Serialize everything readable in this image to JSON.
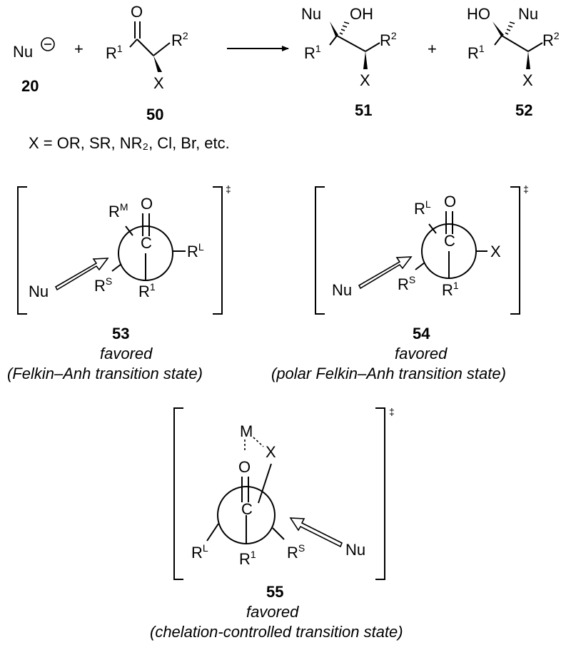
{
  "reaction": {
    "nucleophile": "Nu",
    "plus": "+",
    "compound_numbers": {
      "nu": "20",
      "substrate": "50",
      "product_a": "51",
      "product_b": "52"
    },
    "x_definition": "X = OR, SR, NR₂, Cl, Br, etc."
  },
  "labels": {
    "O": "O",
    "C": "C",
    "X": "X",
    "Nu": "Nu",
    "OH": "OH",
    "HO": "HO",
    "R": "R",
    "M": "M",
    "dagger": "‡",
    "sup_1": "1",
    "sup_2": "2",
    "sup_M": "M",
    "sup_L": "L",
    "sup_S": "S"
  },
  "ts53": {
    "number": "53",
    "status": "favored",
    "name": "(Felkin–Anh transition state)"
  },
  "ts54": {
    "number": "54",
    "status": "favored",
    "name": "(polar Felkin–Anh transition state)"
  },
  "ts55": {
    "number": "55",
    "status": "favored",
    "name": "(chelation-controlled transition state)"
  }
}
